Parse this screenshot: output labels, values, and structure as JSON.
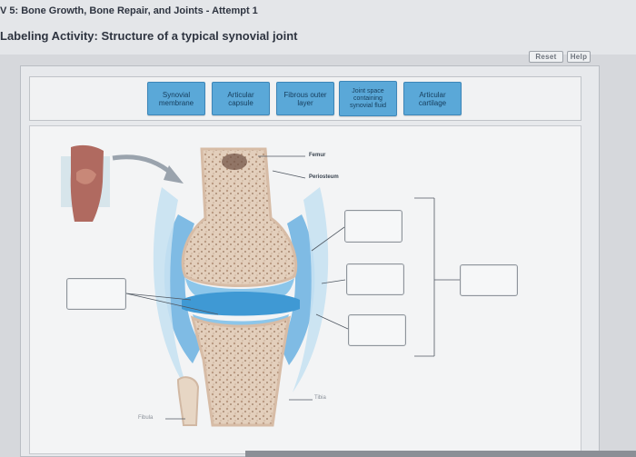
{
  "header": {
    "breadcrumb": "V 5: Bone Growth, Bone Repair, and Joints - Attempt 1",
    "title": "Labeling Activity: Structure of a typical synovial joint"
  },
  "controls": {
    "reset_label": "Reset",
    "help_label": "Help"
  },
  "label_bank": [
    {
      "text": "Synovial membrane"
    },
    {
      "text": "Articular capsule"
    },
    {
      "text": "Fibrous outer layer"
    },
    {
      "text": "Joint space containing synovial fluid"
    },
    {
      "text": "Articular cartilage"
    }
  ],
  "diagram": {
    "labels": {
      "femur": "Femur",
      "periosteum": "Periosteum",
      "tibia": "Tibia",
      "fibula": "Fibula"
    }
  },
  "colors": {
    "label_fill": "#5aa8d8",
    "capsule_blue": "#5aa6dc",
    "cartilage_blue": "#8cc6ea",
    "bone": "#e8d7c6"
  },
  "icons": {
    "arrow": "curved-arrow-icon"
  }
}
